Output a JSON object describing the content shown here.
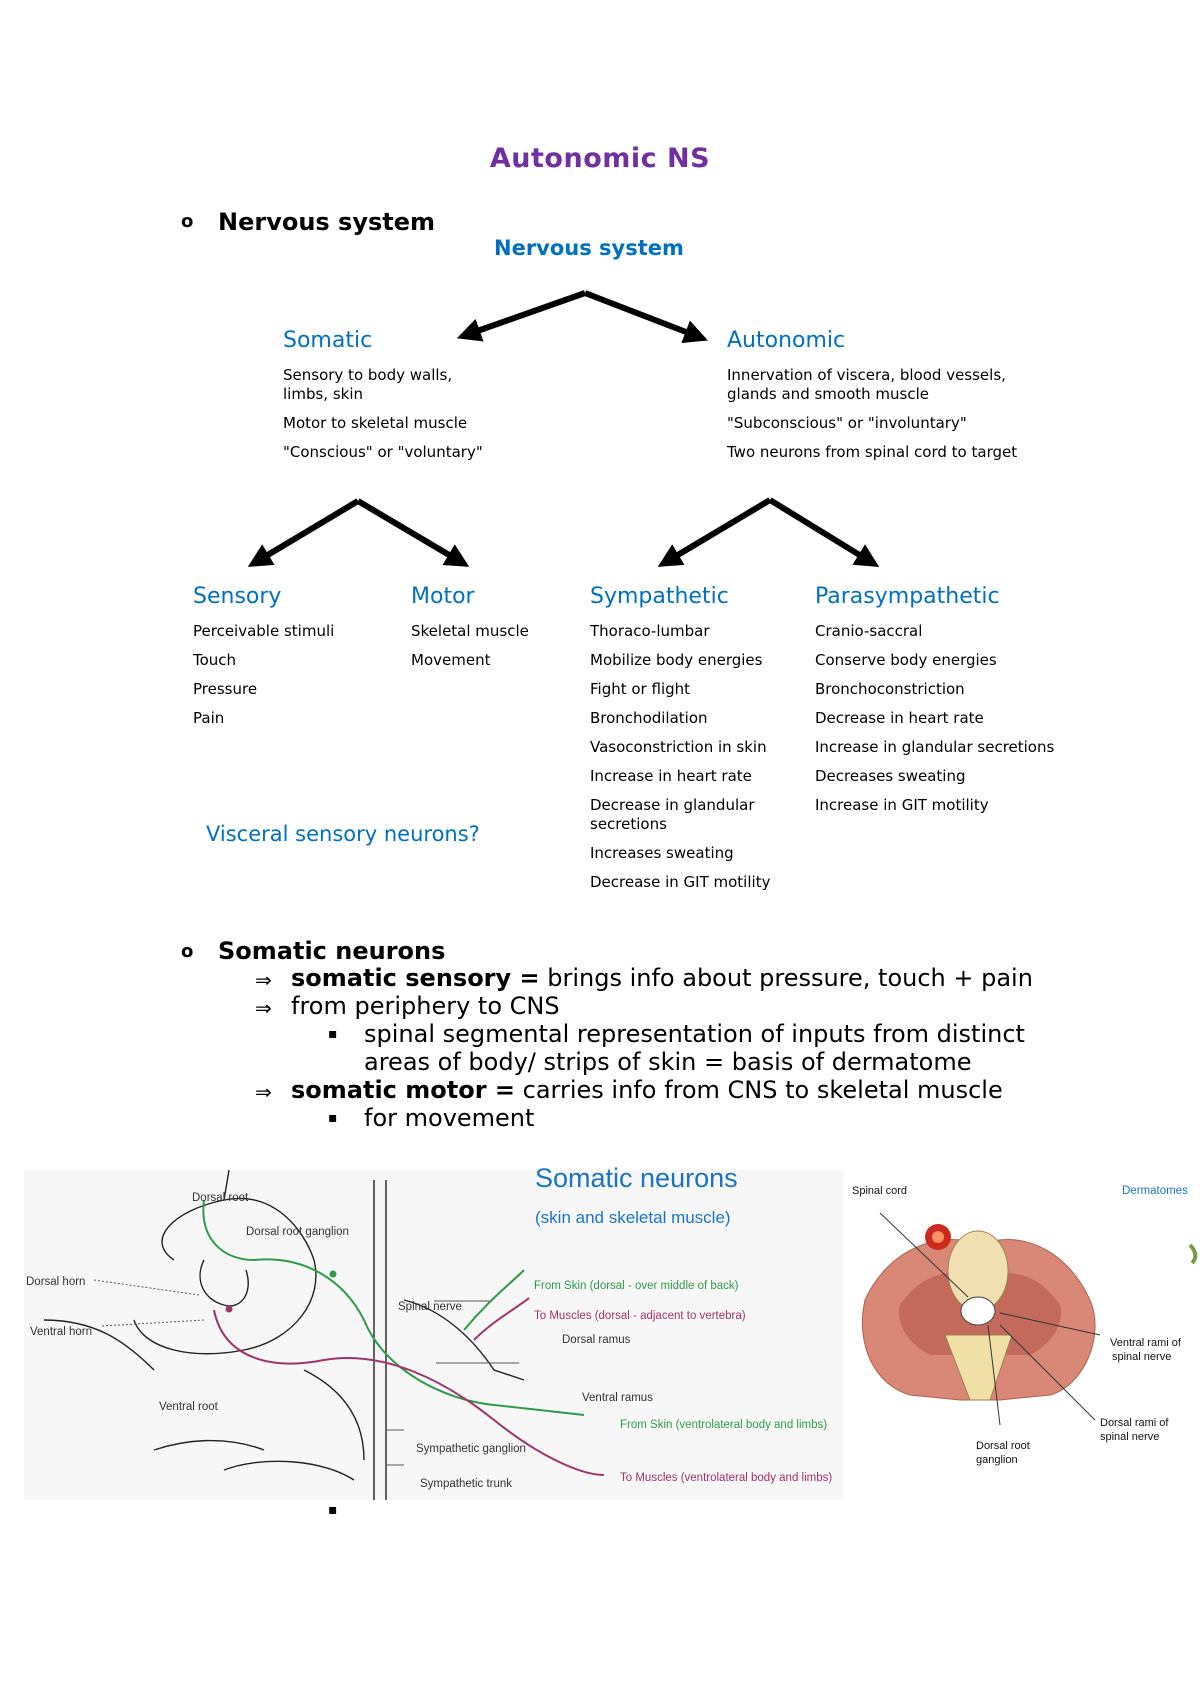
{
  "title": "Autonomic NS",
  "bullet_glyph": "o",
  "section1": {
    "heading": "Nervous system"
  },
  "diagram": {
    "root": "Nervous system",
    "somatic": {
      "heading": "Somatic",
      "items": [
        "Sensory to body walls, limbs, skin",
        "Motor to skeletal muscle",
        "\"Conscious\" or \"voluntary\""
      ]
    },
    "autonomic": {
      "heading": "Autonomic",
      "items": [
        "Innervation of viscera, blood vessels, glands and smooth muscle",
        "\"Subconscious\" or \"involuntary\"",
        "Two neurons from spinal cord to target"
      ]
    },
    "sensory": {
      "heading": "Sensory",
      "items": [
        "Perceivable stimuli",
        "Touch",
        "Pressure",
        "Pain"
      ]
    },
    "motor": {
      "heading": "Motor",
      "items": [
        "Skeletal muscle",
        "Movement"
      ]
    },
    "sympathetic": {
      "heading": "Sympathetic",
      "items": [
        "Thoraco-lumbar",
        "Mobilize body energies",
        "Fight or flight",
        "Bronchodilation",
        "Vasoconstriction in skin",
        "Increase in heart rate",
        "Decrease in glandular secretions",
        "Increases sweating",
        "Decrease in GIT motility"
      ]
    },
    "parasympathetic": {
      "heading": "Parasympathetic",
      "items": [
        "Cranio-saccral",
        "Conserve body energies",
        "Bronchoconstriction",
        "Decrease in heart rate",
        "Increase in glandular secretions",
        "Decreases sweating",
        "Increase in GIT motility"
      ]
    },
    "visceral_question": "Visceral sensory neurons?"
  },
  "section2": {
    "heading": "Somatic neurons",
    "arrow_glyph": "⇒",
    "square_glyph": "▪",
    "line1_bold": "somatic sensory =",
    "line1_rest": " brings info about pressure, touch + pain",
    "line2": "from periphery to CNS",
    "line3a": "spinal segmental representation of inputs from distinct",
    "line3b": "areas of body/ strips of skin = basis of dermatome",
    "line4_bold": "somatic motor =",
    "line4_rest": " carries info from CNS to skeletal muscle",
    "line5": "for movement"
  },
  "figure_left": {
    "title": "Somatic neurons",
    "subtitle": "(skin and skeletal muscle)",
    "labels": {
      "dorsal_root": "Dorsal root",
      "dorsal_root_ganglion": "Dorsal root ganglion",
      "dorsal_horn": "Dorsal horn",
      "ventral_horn": "Ventral horn",
      "ventral_root": "Ventral root",
      "spinal_nerve": "Spinal nerve",
      "dorsal_ramus": "Dorsal ramus",
      "ventral_ramus": "Ventral ramus",
      "sympathetic_ganglion": "Sympathetic ganglion",
      "sympathetic_trunk": "Sympathetic trunk",
      "from_skin_dorsal": "From Skin (dorsal - over middle of back)",
      "to_muscles_dorsal": "To Muscles (dorsal - adjacent to vertebra)",
      "from_skin_ventral": "From Skin (ventrolateral body and limbs)",
      "to_muscles_ventral": "To Muscles (ventrolateral body and limbs)"
    }
  },
  "figure_right": {
    "labels": {
      "spinal_cord": "Spinal cord",
      "dermatomes": "Dermatomes",
      "ventral_rami_1": "Ventral rami of",
      "ventral_rami_2": "spinal nerve",
      "dorsal_rami_1": "Dorsal rami of",
      "dorsal_rami_2": "spinal nerve",
      "drg_1": "Dorsal root",
      "drg_2": "ganglion"
    }
  },
  "colors": {
    "title": "#7030a0",
    "diagram_heading": "#0070c0",
    "green_fiber": "#2e9a4a",
    "purple_fiber": "#a0336b"
  }
}
